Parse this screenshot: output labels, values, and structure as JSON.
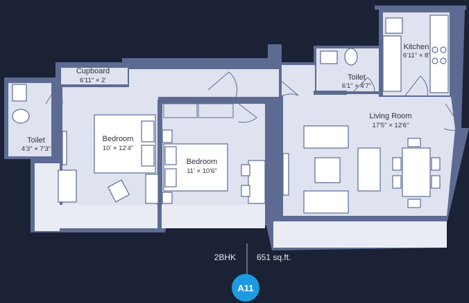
{
  "rooms": {
    "cupboard": {
      "name": "Cupboard",
      "dims": "6'11\" × 2'"
    },
    "toilet_left": {
      "name": "Toilet",
      "dims": "4'3\" × 7'3\""
    },
    "bedroom_1": {
      "name": "Bedroom",
      "dims": "10' × 12'4\""
    },
    "bedroom_2": {
      "name": "Bedroom",
      "dims": "11' × 10'6\""
    },
    "kitchen": {
      "name": "Kitchen",
      "dims": "6'11\" × 8'"
    },
    "toilet_right": {
      "name": "Toilet",
      "dims": "6'1\" × 4'7\""
    },
    "living_room": {
      "name": "Living Room",
      "dims": "17'5\" × 12'6\""
    }
  },
  "unit": {
    "type": "2BHK",
    "area": "651 sq.ft.",
    "badge": "A11"
  },
  "colors": {
    "background": "#1b2236",
    "wall": "#5d6b92",
    "floor": "#dfe3ef",
    "balcony": "#e9ecf4",
    "badge": "#1e9be0"
  }
}
